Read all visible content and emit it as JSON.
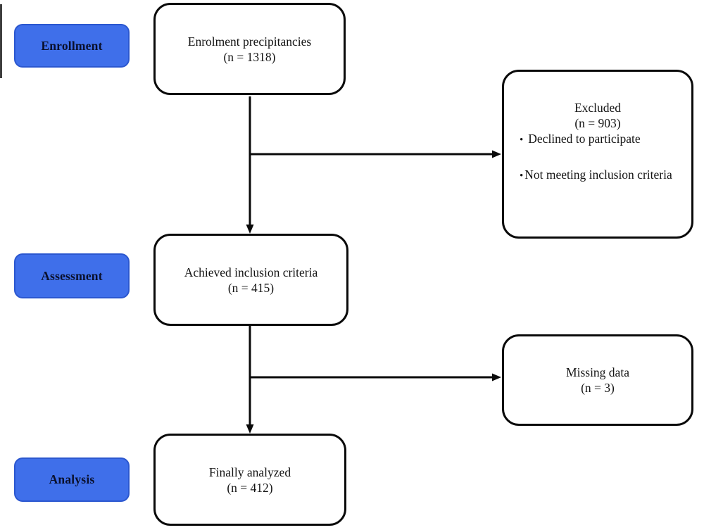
{
  "glyphs": {
    "bullet": "•"
  },
  "colors": {
    "stage_fill": "#3F6FEA",
    "stage_border": "#2B57CF",
    "stage_text": "#0A102C",
    "line": "#0a0a0a",
    "box_bg": "#FFFFFF"
  },
  "stages": [
    {
      "label": "Enrollment"
    },
    {
      "label": "Assessment"
    },
    {
      "label": "Analysis"
    }
  ],
  "main_boxes": [
    {
      "title": "Enrolment precipitancies",
      "count": "(n = 1318)"
    },
    {
      "title": "Achieved inclusion criteria",
      "count": "(n = 415)"
    },
    {
      "title": "Finally analyzed",
      "count": "(n = 412)"
    }
  ],
  "side_boxes": {
    "excluded": {
      "title": "Excluded",
      "count": "(n = 903)",
      "bullets": [
        "Declined to participate",
        "Not meeting inclusion criteria"
      ]
    },
    "missing": {
      "title": "Missing data",
      "count": "(n = 3)"
    }
  }
}
